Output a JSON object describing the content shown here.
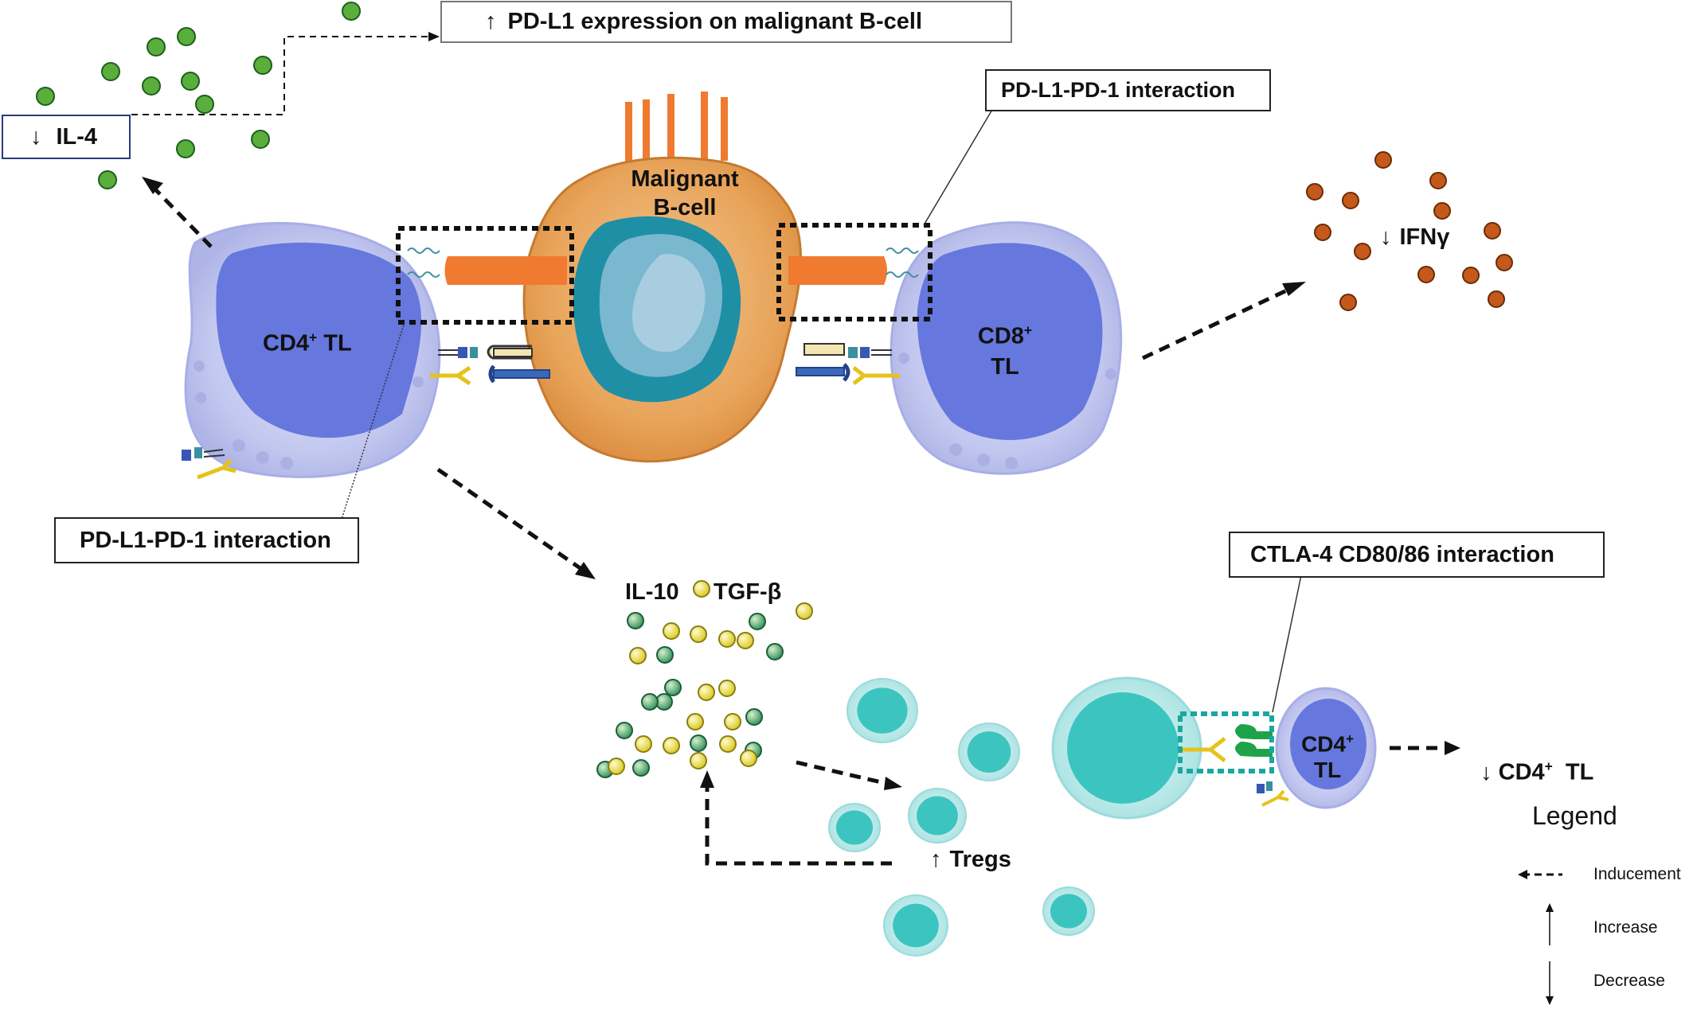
{
  "colors": {
    "green_molecule": "#5aae3c",
    "orange_molecule": "#c4591b",
    "yellow_molecule": "#e6d72a",
    "teal_molecule": "#2f8f5a",
    "t_cell_body": "#c5c9ef",
    "t_cell_nucleus": "#6677dd",
    "b_cell_body": "#e9a75e",
    "b_cell_nucleus": "#1f8fa6",
    "receptor_orange": "#ef7a30",
    "treg_body": "#b8eaea",
    "treg_nucleus": "#3cc5c0",
    "ctla_box": "#1aa7a0"
  },
  "boxes": {
    "pdl1_expression": {
      "arrow": "↑",
      "text": "PD-L1 expression on malignant B-cell"
    },
    "il4": {
      "arrow": "↓",
      "text": "IL-4"
    },
    "pdl1_pd1_right": "PD-L1-PD-1 interaction",
    "pdl1_pd1_left": "PD-L1-PD-1 interaction",
    "ctla4": "CTLA-4 CD80/86 interaction"
  },
  "labels": {
    "malignant_line1": "Malignant",
    "malignant_line2": "B-cell",
    "cd4_left_a": "CD4",
    "cd4_left_sup": "+",
    "cd4_left_b": " TL",
    "cd8_line1": "CD8",
    "cd8_sup": "+",
    "cd8_line2": "TL",
    "ifn_arrow": "↓",
    "ifn_text": "IFNγ",
    "il10": "IL-10",
    "tgfb": "TGF-β",
    "tregs_arrow": "↑",
    "tregs_text": "Tregs",
    "cd4_small_line1": "CD4",
    "cd4_small_sup": "+",
    "cd4_small_line2": "TL",
    "cd4_decrease_arrow": "↓",
    "cd4_decrease_a": "CD4",
    "cd4_decrease_sup": "+",
    "cd4_decrease_b": "  TL"
  },
  "legend": {
    "title": "Legend",
    "inducement": "Inducement",
    "increase": "Increase",
    "decrease": "Decrease"
  }
}
